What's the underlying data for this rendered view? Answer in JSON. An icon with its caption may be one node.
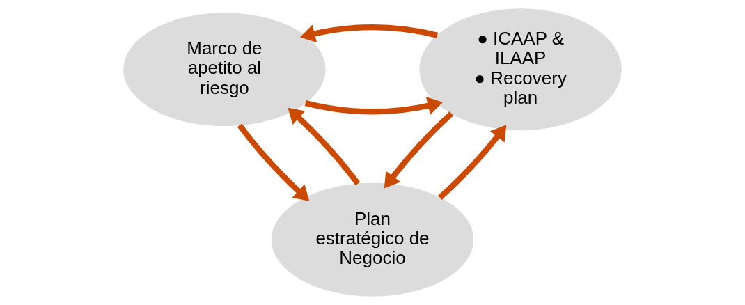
{
  "diagram": {
    "nodes": [
      {
        "text": [
          "Marco de apetito al riesgo"
        ]
      },
      {
        "text": [
          "● ICAAP & ILAAP",
          "● Recovery plan"
        ]
      },
      {
        "text": [
          "Plan estratégico de Negocio"
        ]
      }
    ],
    "edges": [
      {
        "from": 0,
        "to": 1,
        "arrow": "to"
      },
      {
        "from": 1,
        "to": 0,
        "arrow": "to"
      },
      {
        "from": 0,
        "to": 2,
        "arrow": "to"
      },
      {
        "from": 2,
        "to": 0,
        "arrow": "to"
      },
      {
        "from": 2,
        "to": 1,
        "arrow": "to"
      },
      {
        "from": 1,
        "to": 2,
        "arrow": "to"
      }
    ]
  }
}
